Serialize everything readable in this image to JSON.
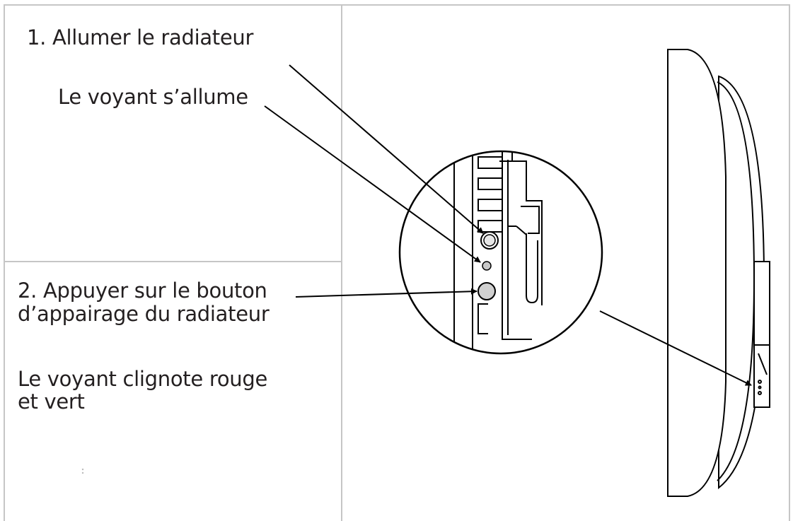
{
  "steps": {
    "step1_title": "1. Allumer le radiateur",
    "step1_result": "Le voyant s’allume",
    "step2_title_line1": "2. Appuyer sur le bouton",
    "step2_title_line2": "d’appairage du radiateur",
    "step2_result_line1": "Le voyant clignote rouge",
    "step2_result_line2": "et vert"
  },
  "colors": {
    "text": "#231f20",
    "divider": "#c6c6c6",
    "line": "#000000",
    "led": "#c8c8c8",
    "button": "#d0d0d0"
  }
}
